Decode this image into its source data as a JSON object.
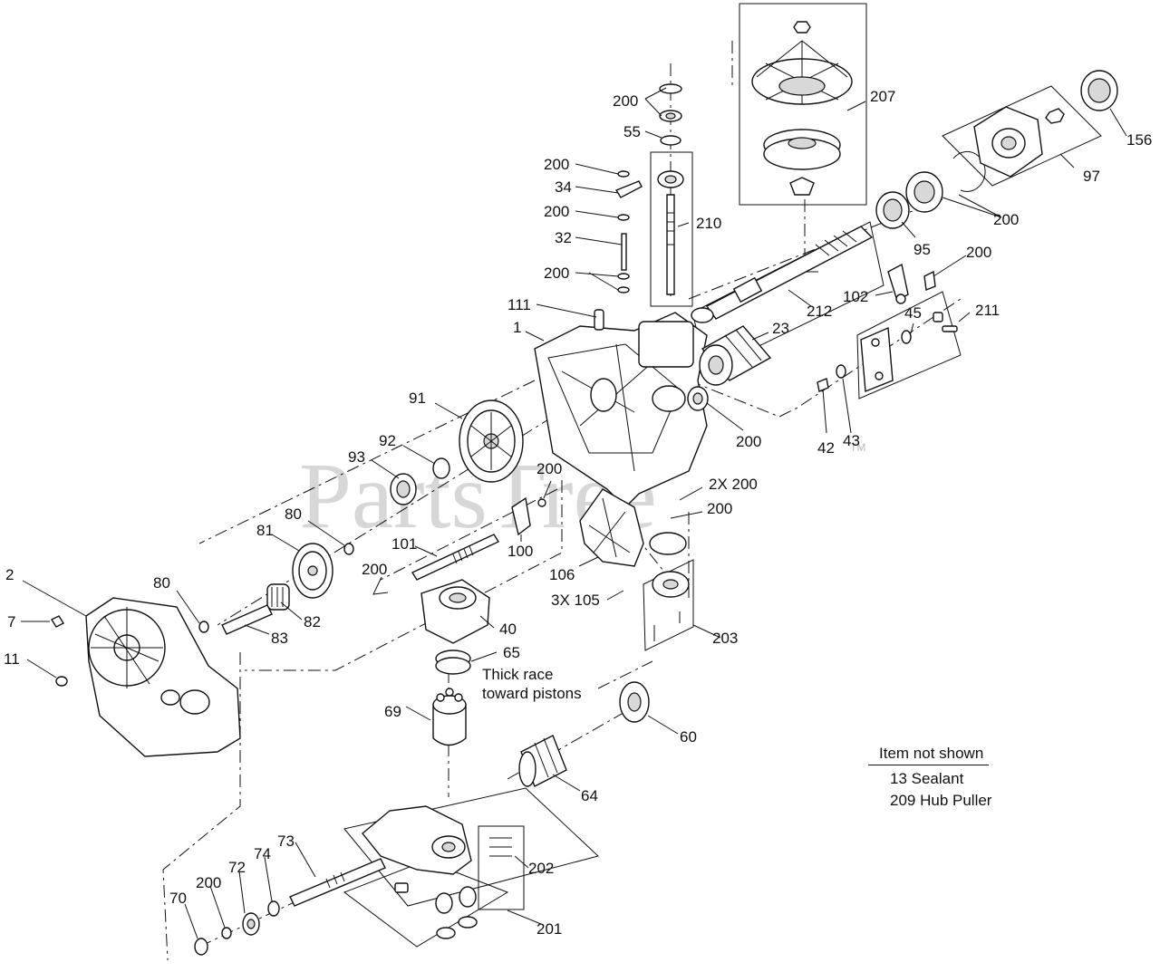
{
  "watermark": {
    "text": "PartsTree",
    "trademark": "TM"
  },
  "callouts": {
    "c1": "1",
    "c2": "2",
    "c7": "7",
    "c11": "11",
    "c23": "23",
    "c32": "32",
    "c34": "34",
    "c40": "40",
    "c42": "42",
    "c43": "43",
    "c45": "45",
    "c55": "55",
    "c60": "60",
    "c64": "64",
    "c65": "65",
    "c69": "69",
    "c70": "70",
    "c72": "72",
    "c73": "73",
    "c74": "74",
    "c80a": "80",
    "c80b": "80",
    "c81": "81",
    "c82": "82",
    "c83": "83",
    "c91": "91",
    "c92": "92",
    "c93": "93",
    "c95": "95",
    "c97": "97",
    "c100": "100",
    "c101": "101",
    "c102": "102",
    "c105": "3X 105",
    "c106": "106",
    "c111": "111",
    "c156": "156",
    "c200a": "200",
    "c200b": "200",
    "c200c": "200",
    "c200d": "200",
    "c200e": "200",
    "c200f": "200",
    "c200g": "200",
    "c200h": "200",
    "c200i": "200",
    "c200j": "200",
    "c200k": "200",
    "c2x200": "2X 200",
    "c201": "201",
    "c202": "202",
    "c203": "203",
    "c207": "207",
    "c210": "210",
    "c211": "211",
    "c212": "212"
  },
  "annotation": {
    "line1": "Thick race",
    "line2": "toward pistons"
  },
  "items_not_shown": {
    "title": "Item not shown",
    "rows": [
      "13  Sealant",
      "209  Hub Puller"
    ]
  }
}
